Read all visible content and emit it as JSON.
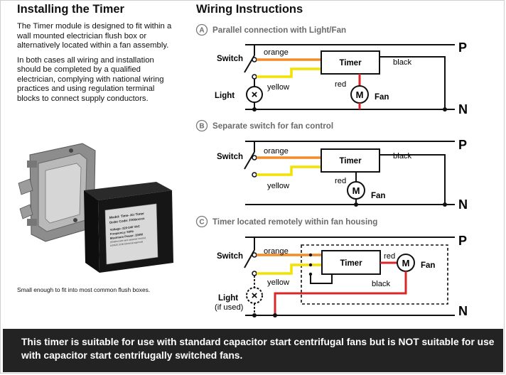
{
  "left": {
    "heading": "Installing the Timer",
    "para1": "The Timer module is designed to fit within a wall mounted electrician flush box or alternatively located within a fan assembly.",
    "para2": "In both cases all wiring and installation should be completed by a qualified electrician, complying with national wiring practices and using regulation terminal blocks to connect supply conductors.",
    "caption": "Small enough to fit into most common flush boxes.",
    "product_label": {
      "model": "Model: Time- Air Timer",
      "order": "Order Code: FANxxxxx",
      "voltage": "Voltage: 220-240 VAC",
      "frequency": "Frequency: 50Hz",
      "power": "Maximum Power: 200W",
      "note": "(Shaded pole and capacitor motors)",
      "approval": "AS/NZS 3100 Electrical approval"
    }
  },
  "right": {
    "heading": "Wiring Instructions"
  },
  "diagrams": [
    {
      "letter": "A",
      "title": "Parallel connection with Light/Fan",
      "switch": "Switch",
      "orange": "orange",
      "yellow": "yellow",
      "timer": "Timer",
      "black": "black",
      "red": "red",
      "fan": "Fan",
      "light": "Light",
      "p": "P",
      "n": "N"
    },
    {
      "letter": "B",
      "title": "Separate switch for fan control",
      "switch": "Switch",
      "orange": "orange",
      "yellow": "yellow",
      "timer": "Timer",
      "black": "black",
      "red": "red",
      "fan": "Fan",
      "p": "P",
      "n": "N"
    },
    {
      "letter": "C",
      "title": "Timer located remotely within fan housing",
      "switch": "Switch",
      "orange": "orange",
      "yellow": "yellow",
      "timer": "Timer",
      "black": "black",
      "red": "red",
      "fan": "Fan",
      "light": "Light",
      "light_note": "(if used)",
      "p": "P",
      "n": "N"
    }
  ],
  "footer": {
    "text": "This timer is suitable for use with standard capacitor start centrifugal fans but is NOT suitable for use with capacitor start centrifugally switched fans."
  },
  "colors": {
    "orange_wire": "#f28c28",
    "yellow_wire": "#f2e200",
    "red_wire": "#d9262a",
    "footer_bg": "#232323"
  }
}
